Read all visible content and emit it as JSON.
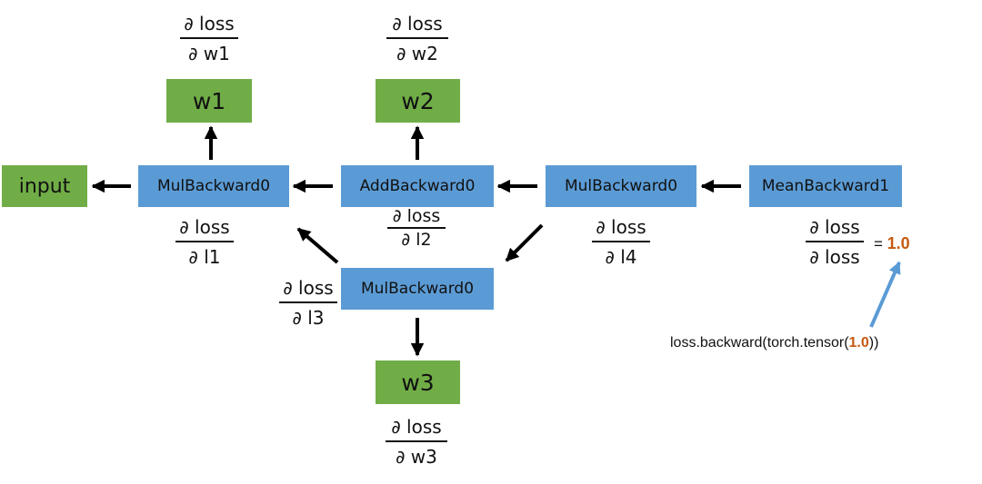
{
  "nodes": {
    "input": "input",
    "w1": "w1",
    "w2": "w2",
    "w3": "w3",
    "mul_backward_left": "MulBackward0",
    "add_backward": "AddBackward0",
    "mul_backward_right": "MulBackward0",
    "mean_backward": "MeanBackward1",
    "mul_backward_bottom": "MulBackward0"
  },
  "gradients": {
    "w1": {
      "num": "∂ loss",
      "den": "∂ w1"
    },
    "w2": {
      "num": "∂ loss",
      "den": "∂ w2"
    },
    "w3": {
      "num": "∂ loss",
      "den": "∂ w3"
    },
    "l1": {
      "num": "∂ loss",
      "den": "∂ l1"
    },
    "l2": {
      "num": "∂ loss",
      "den": "∂ l2"
    },
    "l3": {
      "num": "∂ loss",
      "den": "∂ l3"
    },
    "l4": {
      "num": "∂ loss",
      "den": "∂ l4"
    },
    "loss": {
      "num": "∂ loss",
      "den": "∂ loss"
    }
  },
  "result": {
    "equals": "=",
    "value": "1.0"
  },
  "call": {
    "prefix": "loss.backward(torch.tensor(",
    "value": "1.0",
    "suffix": "))"
  },
  "colors": {
    "op_node": "#5b9bd5",
    "leaf_node": "#70ad47",
    "accent": "#c55a11",
    "call_arrow": "#5b9bd5"
  }
}
